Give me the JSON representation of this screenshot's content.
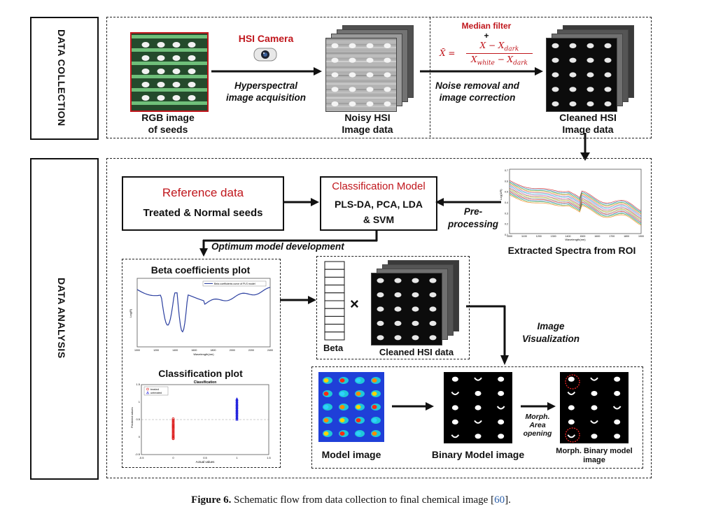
{
  "sections": {
    "collection": "DATA COLLECTION",
    "analysis": "DATA ANALYSIS"
  },
  "collection": {
    "rgb_label_1": "RGB image",
    "rgb_label_2": "of seeds",
    "camera_label": "HSI Camera",
    "acq_label_1": "Hyperspectral",
    "acq_label_2": "image acquisition",
    "noisy_label_1": "Noisy HSI",
    "noisy_label_2": "Image data",
    "median_filter": "Median filter",
    "plus": "+",
    "formula_lhs": "X̄ =",
    "formula_num": "X − X",
    "formula_num_sub": "dark",
    "formula_den": "X",
    "formula_den_sub1": "white",
    "formula_den_mid": " − X",
    "formula_den_sub2": "dark",
    "noise_label_1": "Noise removal and",
    "noise_label_2": "image correction",
    "cleaned_label_1": "Cleaned HSI",
    "cleaned_label_2": "Image data"
  },
  "analysis": {
    "reference_title": "Reference data",
    "reference_sub": "Treated & Normal seeds",
    "class_title": "Classification Model",
    "class_sub_1": "PLS-DA, PCA, LDA",
    "class_sub_2": "& SVM",
    "preprocess_1": "Pre-",
    "preprocess_2": "processing",
    "spectra_label": "Extracted Spectra from ROI",
    "optimum": "Optimum model development",
    "beta_plot_title": "Beta coefficients plot",
    "class_plot_title": "Classification plot",
    "beta_label": "Beta",
    "times": "×",
    "cleaned_hsi": "Cleaned HSI data",
    "image_vis_1": "Image",
    "image_vis_2": "Visualization",
    "model_image": "Model image",
    "binary_image": "Binary Model image",
    "morph_1": "Morph.",
    "morph_2": "Area",
    "morph_3": "opening",
    "morph_binary_1": "Morph. Binary model",
    "morph_binary_2": "image"
  },
  "spectra_plot": {
    "ylabel": "Log(1/R)",
    "xlabel": "Wavelength(nm)",
    "xticks": [
      "1000",
      "1100",
      "1200",
      "1300",
      "1400",
      "1500",
      "1600",
      "1700",
      "1800",
      "1900"
    ],
    "yticks": [
      "0.7",
      "0.6",
      "0.5",
      "0.4",
      "0.3",
      "0.2",
      "0.1"
    ]
  },
  "beta_plot": {
    "legend": "Beta coefficients curve of PLS model",
    "ylabel": "Log(R)",
    "xlabel": "Wavelength(nm)",
    "xticks": [
      "1000",
      "1200",
      "1400",
      "1600",
      "1800",
      "2000",
      "2200",
      "2400"
    ]
  },
  "classification_chart": {
    "title": "Classification",
    "legend_treated": "treated",
    "legend_untreated": "untreated",
    "ylabel": "Predicted values",
    "xlabel": "Actual values",
    "xticks": [
      "-0.5",
      "0",
      "0.5",
      "1",
      "1.5"
    ],
    "yticks": [
      "1.5",
      "1",
      "0.5",
      "0",
      "-0.5"
    ]
  },
  "caption": {
    "fig": "Figure 6.",
    "text": " Schematic flow from data collection to final chemical image [",
    "cite": "60",
    "end": "]."
  }
}
